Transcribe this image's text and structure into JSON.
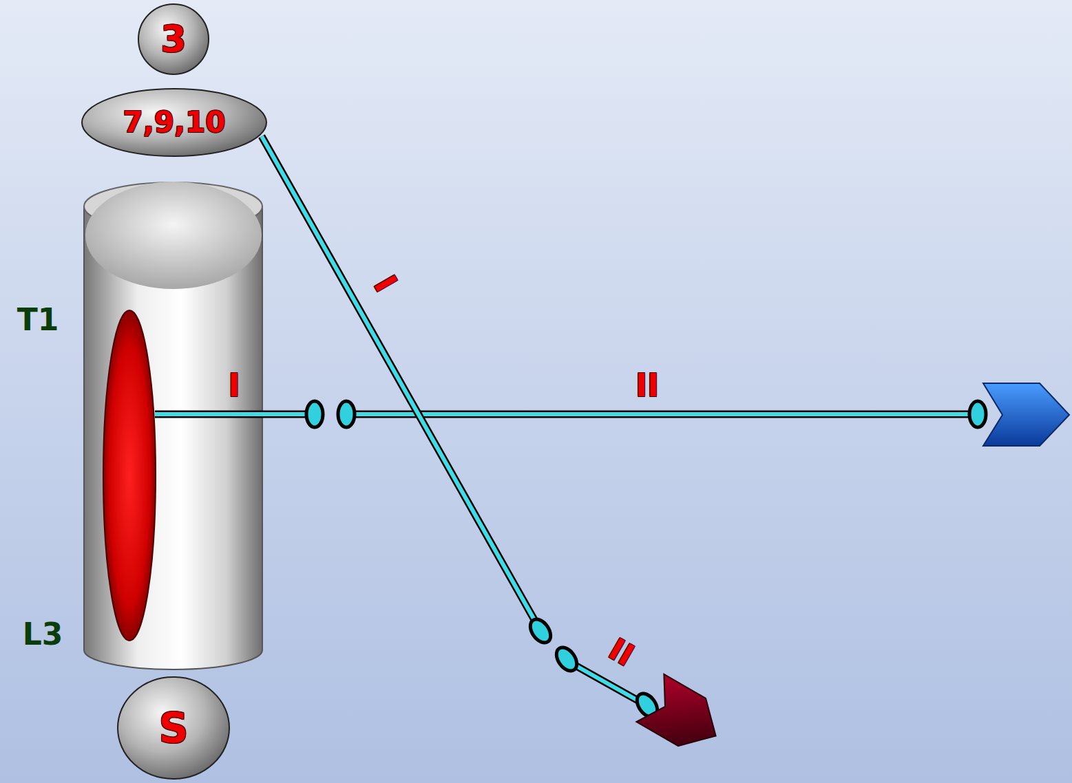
{
  "diagram": {
    "nodes": [
      {
        "text": [
          "3"
        ]
      },
      {
        "text": [
          "7,9,10"
        ]
      },
      {
        "text": [
          "S"
        ]
      }
    ],
    "labels": [
      "I",
      "T1",
      "I",
      "II",
      "L3",
      "II"
    ]
  }
}
